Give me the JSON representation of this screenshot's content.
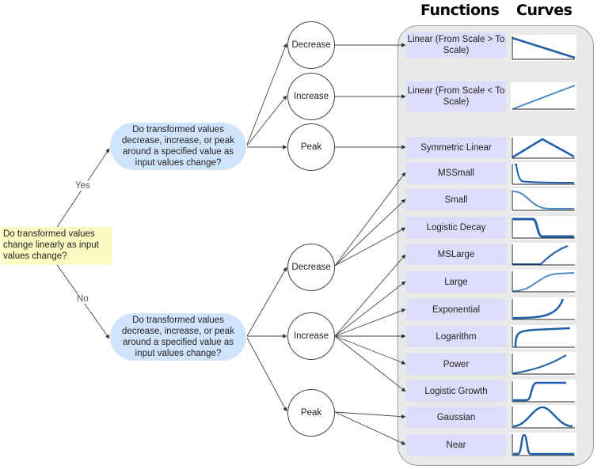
{
  "headers": {
    "functions": "Functions",
    "curves": "Curves"
  },
  "root_question": "Do transformed values change linearly as input values change?",
  "edge_labels": {
    "yes": "Yes",
    "no": "No"
  },
  "yes_branch": {
    "question": "Do transformed values decrease, increase, or peak around a specified value as input values change?",
    "nodes": {
      "decrease": "Decrease",
      "increase": "Increase",
      "peak": "Peak"
    }
  },
  "no_branch": {
    "question": "Do transformed values decrease, increase, or peak around a specified value as input values change?",
    "nodes": {
      "decrease": "Decrease",
      "increase": "Increase",
      "peak": "Peak"
    }
  },
  "functions": [
    {
      "label": "Linear (From Scale > To Scale)",
      "curve": "linear-decreasing"
    },
    {
      "label": "Linear (From Scale < To Scale)",
      "curve": "linear-increasing"
    },
    {
      "label": "Symmetric Linear",
      "curve": "triangle-peak"
    },
    {
      "label": "MSSmall",
      "curve": "sharp-drop"
    },
    {
      "label": "Small",
      "curve": "reverse-s-curve"
    },
    {
      "label": "Logistic Decay",
      "curve": "step-down"
    },
    {
      "label": "MSLarge",
      "curve": "rising-plateau"
    },
    {
      "label": "Large",
      "curve": "s-curve"
    },
    {
      "label": "Exponential",
      "curve": "exponential"
    },
    {
      "label": "Logarithm",
      "curve": "logarithm"
    },
    {
      "label": "Power",
      "curve": "power"
    },
    {
      "label": "Logistic Growth",
      "curve": "step-up"
    },
    {
      "label": "Gaussian",
      "curve": "bell"
    },
    {
      "label": "Near",
      "curve": "narrow-bell"
    }
  ],
  "colors": {
    "root_fill": "#fbfbc2",
    "question_fill": "#cfe3fb",
    "function_fill": "#dedcfb",
    "curve_stroke": "#1f5fa8",
    "panel_fill": "#e9e9e9"
  }
}
